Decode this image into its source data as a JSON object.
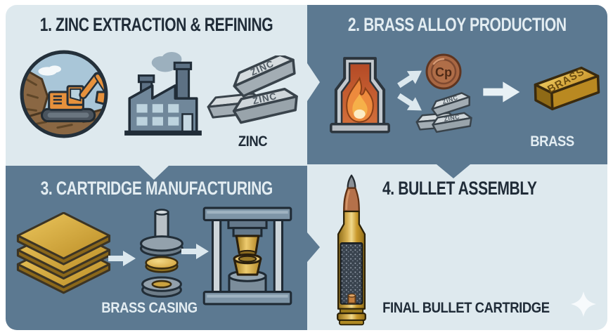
{
  "colors": {
    "light_panel": "#dee9ee",
    "dark_panel": "#5c7991",
    "dark_text": "#202c38",
    "light_text": "#e3edf2",
    "brass_gold": "#d2a23a",
    "zinc_silver": "#c3cbd1",
    "copper": "#b06e48",
    "flame_orange": "#ee8b3e",
    "excavator_orange": "#e6913c"
  },
  "steps": {
    "step1": {
      "title": "1. ZINC EXTRACTION & REFINING",
      "product_label": "ZINC",
      "ingot_stamp_top": "ZINC",
      "ingot_stamp_mid": "ZINC",
      "icons": [
        "mining-excavator-icon",
        "refinery-factory-icon",
        "zinc-ingots-icon"
      ]
    },
    "step2": {
      "title": "2. BRASS ALLOY PRODUCTION",
      "product_label": "BRASS",
      "coin_text": "Cp",
      "small_ingot_stamp_1": "ZINC",
      "small_ingot_stamp_2": "ZINC",
      "ingot_stamp": "BRASS",
      "icons": [
        "furnace-icon",
        "copper-coin-icon",
        "zinc-ingots-small-icon",
        "brass-ingot-icon"
      ]
    },
    "step3": {
      "title": "3. CARTRIDGE MANUFACTURING",
      "product_label": "BRASS CASING",
      "icons": [
        "brass-sheets-icon",
        "punch-die-icon",
        "press-machine-icon"
      ]
    },
    "step4": {
      "title": "4. BULLET ASSEMBLY",
      "product_label": "FINAL BULLET CARTRIDGE",
      "icons": [
        "bullet-cartridge-icon",
        "sparkle-icon"
      ]
    }
  }
}
